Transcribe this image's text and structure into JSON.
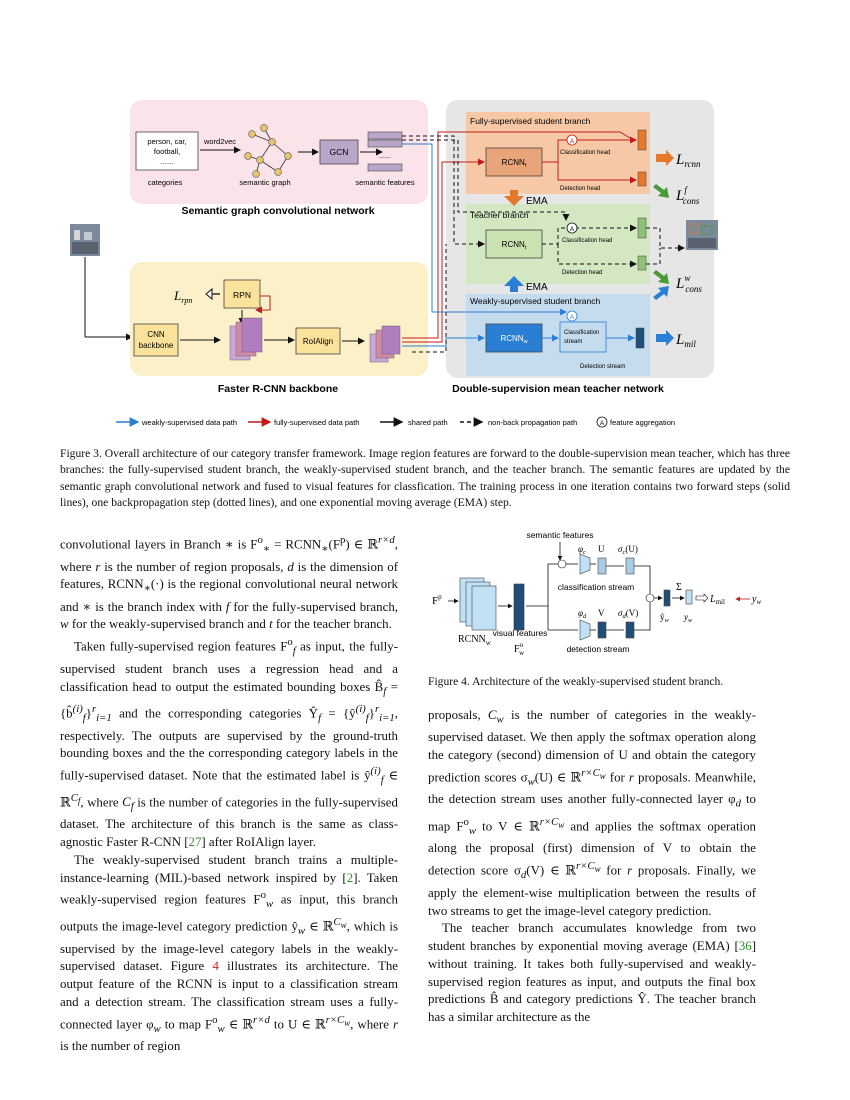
{
  "figure3": {
    "semantic": {
      "title": "Semantic graph convolutional network",
      "categories_box": [
        "person, car,",
        "football,",
        "......"
      ],
      "categories_label": "categories",
      "word2vec_label": "word2vec",
      "graph_label": "semantic graph",
      "gcn_label": "GCN",
      "dots_label": "......",
      "features_label": "semantic features"
    },
    "faster": {
      "title": "Faster R-CNN backbone",
      "rpn_label": "RPN",
      "lrpn": "L",
      "lrpn_sub": "rpn",
      "cnn_label": [
        "CNN",
        "backbone"
      ],
      "roi_label": "RoIAlign"
    },
    "teacher_net": {
      "title": "Double-supervision mean teacher network",
      "fully_title": "Fully-supervised student branch",
      "teacher_title": "Teacher branch",
      "weak_title": "Weakly-supervised student branch",
      "rcnn_f": "RCNN",
      "rcnn_f_sub": "f",
      "rcnn_t": "RCNN",
      "rcnn_t_sub": "t",
      "rcnn_w": "RCNN",
      "rcnn_w_sub": "w",
      "cls_head": "Classification head",
      "det_head": "Detection head",
      "cls_stream": [
        "Classification",
        "stream"
      ],
      "det_stream": "Detection stream",
      "ema": "EMA",
      "agg": "A"
    },
    "losses": {
      "l_rcnn": "rcnn",
      "l_cons_f": "cons",
      "l_cons_f_sup": "f",
      "l_cons_w": "cons",
      "l_cons_w_sup": "w",
      "l_mil": "mil",
      "L": "L"
    },
    "legend": {
      "weak": "weakly-supervised data path",
      "fully": "fully-supervised data path",
      "shared": "shared path",
      "nonback": "non-back propagation path",
      "agg": "feature aggregation"
    },
    "colors": {
      "weak_path": "#2a7fd4",
      "fully_path": "#c41a1a",
      "semantic_bg": "#fbe3ea",
      "faster_bg": "#fbf0c8",
      "teacher_net_bg": "#e6e6e6",
      "fully_bg": "#f7c8a6",
      "teacher_bg": "#d2e7c2",
      "weak_bg": "#c5dcef",
      "box_green": "#c9e3b0",
      "box_yellow": "#fbe29a",
      "box_purple": "#b9a6c9",
      "arrow_orange": "#e5792b",
      "arrow_green": "#4a9a3a",
      "arrow_blue": "#2a7fd4",
      "bar_dark": "#1f4e79",
      "bar_light": "#a8cde8"
    }
  },
  "caption3": "Figure 3. Overall architecture of our category transfer framework. Image region features are forward to the double-supervision mean teacher, which has three branches: the fully-supervised student branch, the weakly-supervised student branch, and the teacher branch. The semantic features are updated by the semantic graph convolutional network and fused to visual features for classfication. The training process in one iteration contains two forward steps (solid lines), one backpropagation step (dotted lines), and one exponential moving average (EMA) step.",
  "figure4": {
    "semantic_features": "semantic features",
    "phi_c": "φ",
    "phi_c_sub": "c",
    "phi_d": "φ",
    "phi_d_sub": "d",
    "U": "U",
    "V": "V",
    "sigma_c": "σ",
    "sigma_c_sub": "c",
    "sigma_c_arg": "(U)",
    "sigma_d": "σ",
    "sigma_d_sub": "d",
    "sigma_d_arg": "(V)",
    "classification_stream": "classification stream",
    "detection_stream": "detection stream",
    "visual_features": "visual features",
    "Fp": "F",
    "Fp_sup": "p",
    "rcnnw": "RCNN",
    "rcnnw_sub": "w",
    "Fw": "F",
    "Fw_sup": "o",
    "Fw_sub": "w",
    "sigma_sum": "Σ",
    "yhat": "ŷ",
    "yhat_sub": "w",
    "ytilde": "y",
    "ytilde_sub": "w",
    "L_mil": "L",
    "L_mil_sub": "mil",
    "y_w": "y",
    "y_w_sub": "w"
  },
  "caption4": "Figure 4. Architecture of the weakly-supervised student branch.",
  "left_column": {
    "p1_a": "convolutional layers in Branch ∗ is F",
    "p1_b": "∗",
    "p1_c": " = RCNN",
    "p1_d": "(F",
    "p1_e": ") ∈ ℝ",
    "p1_f": ", where ",
    "p1_g": " is the number of region proposals, ",
    "p1_h": " is the dimension of features, RCNN",
    "p1_i": "(·) is the regional convolutional neural network and ∗ is the branch index with ",
    "p1_j": " for the fully-supervised branch, ",
    "p1_k": " for the weakly-supervised branch and ",
    "p1_l": " for the teacher branch.",
    "p2_a": "Taken fully-supervised region features F",
    "p2_b": " as input, the fully-supervised student branch uses a regression head and a classification head to output the estimated bounding boxes B̂",
    "p2_c": " = {b̂",
    "p2_d": "}",
    "p2_e": " and the corresponding categories Ŷ",
    "p2_f": " = {ŷ",
    "p2_g": "}",
    "p2_h": ", respectively. The outputs are supervised by the ground-truth bounding boxes and the the corresponding category labels in the fully-supervised dataset. Note that the estimated label is ŷ",
    "p2_i": " ∈ ℝ",
    "p2_j": ", where ",
    "p2_k": " is the number of categories in the fully-supervised dataset. The architecture of this branch is the same as class-agnostic Faster R-CNN [",
    "p2_cite": "27",
    "p2_l": "] after RoIAlign layer.",
    "p3_a": "The weakly-supervised student branch trains a multiple-instance-learning (MIL)-based network inspired by [",
    "p3_cite": "2",
    "p3_b": "]. Taken weakly-supervised region features F",
    "p3_c": " as input, this branch outputs the image-level category prediction ŷ",
    "p3_d": " ∈ ℝ",
    "p3_e": ", which is supervised by the image-level category labels in the weakly-supervised dataset. Figure ",
    "p3_ref": "4",
    "p3_f": " illustrates its architecture. The output feature of the RCNN is input to a classification stream and a detection stream. The classification stream uses a fully-connected layer φ",
    "p3_g": " to map F",
    "p3_h": " ∈ ℝ",
    "p3_i": " to U ∈ ℝ",
    "p3_j": ", where ",
    "p3_k": " is the number of region"
  },
  "right_column": {
    "p1_a": "proposals, ",
    "p1_b": " is the number of categories in the weakly-supervised dataset. We then apply the softmax operation along the category (second) dimension of U and obtain the category prediction scores σ",
    "p1_c": "(U) ∈ ℝ",
    "p1_d": " for ",
    "p1_e": " proposals. Meanwhile, the detection stream uses another fully-connected layer φ",
    "p1_f": " to map F",
    "p1_g": " to V ∈ ℝ",
    "p1_h": " and applies the softmax operation along the proposal (first) dimension of V to obtain the detection score σ",
    "p1_i": "(V) ∈ ℝ",
    "p1_j": " for ",
    "p1_k": " proposals. Finally, we apply the element-wise multiplication between the results of two streams to get the image-level category prediction.",
    "p2_a": "The teacher branch accumulates knowledge from two student branches by exponential moving average (EMA) [",
    "p2_cite": "36",
    "p2_b": "] without training. It takes both fully-supervised and weakly-supervised region features as input, and outputs the final box predictions B̂ and category predictions Ŷ. The teacher branch has a similar architecture as the"
  },
  "math": {
    "r": "r",
    "d": "d",
    "f": "f",
    "w": "w",
    "t": "t",
    "o": "o",
    "p": "p",
    "star": "∗",
    "rxd": "r×d",
    "Cf": "C",
    "Cf_sub": "f",
    "Cw": "C",
    "Cw_sub": "w",
    "rxCw": "r×C",
    "r_sup": "r",
    "i_sup": "(i)",
    "i1": "i=1"
  }
}
